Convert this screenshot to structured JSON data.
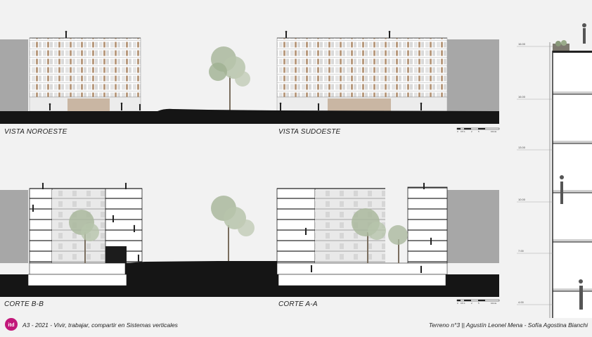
{
  "views": {
    "top_left": "VISTA NOROESTE",
    "top_right": "VISTA SUDOESTE",
    "bottom_left": "CORTE B-B",
    "bottom_right": "CORTE A-A"
  },
  "scale_bar": {
    "ticks": [
      "0",
      "0.5",
      "1",
      "2",
      "5",
      "10mts"
    ]
  },
  "levels": [
    "16.00",
    "16.00",
    "13.00",
    "10.00",
    "7.00",
    "4.00"
  ],
  "footer": {
    "logo": "itd",
    "course": "A3 - 2021 - Vivir, trabajar, compartir en Sistemas verticales",
    "authors": "Terreno n°3 || Agustín Leonel Mena - Sofía Agostina Bianchi"
  },
  "colors": {
    "ground": "#151515",
    "wood": "#b89a7e",
    "facade": "#ffffff",
    "side_wall": "#a7a7a7",
    "tree": "#aab89e",
    "logo": "#c2187a"
  }
}
